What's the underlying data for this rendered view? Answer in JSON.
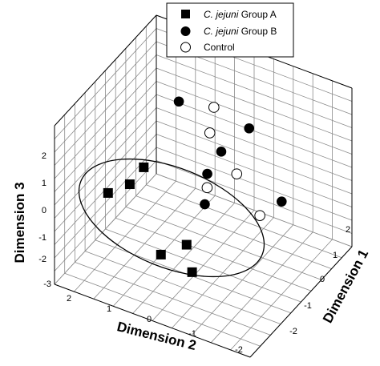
{
  "chart_data": {
    "type": "scatter",
    "title": "",
    "axes": {
      "dimension_1": {
        "label": "Dimension 1",
        "ticks": [
          "-2",
          "-1",
          "0",
          "1",
          "2"
        ]
      },
      "dimension_2": {
        "label": "Dimension 2",
        "ticks": [
          "2",
          "1",
          "0",
          "-1",
          "-2"
        ]
      },
      "dimension_3": {
        "label": "Dimension 3",
        "ticks": [
          "-3",
          "-2",
          "-1",
          "0",
          "1",
          "2"
        ]
      }
    },
    "legend": {
      "placement": "top-center",
      "entries": [
        {
          "marker": "filled-square",
          "name_italic": "C. jejuni",
          "name_rest": " Group A"
        },
        {
          "marker": "filled-circle",
          "name_italic": "C. jejuni",
          "name_rest": " Group B"
        },
        {
          "marker": "open-circle",
          "name_italic": "",
          "name_rest": "Control"
        }
      ]
    },
    "series": [
      {
        "name": "C. jejuni Group A",
        "marker": "filled-square",
        "points": [
          {
            "d1": -1.6,
            "d2": 1.6,
            "d3": 0.2
          },
          {
            "d1": -1.3,
            "d2": 1.2,
            "d3": 0.5
          },
          {
            "d1": -1.0,
            "d2": 1.0,
            "d3": 1.0
          },
          {
            "d1": -1.5,
            "d2": 0.3,
            "d3": -1.5
          },
          {
            "d1": -1.2,
            "d2": -0.2,
            "d3": -1.1
          },
          {
            "d1": -1.7,
            "d2": -0.6,
            "d3": -1.5
          }
        ]
      },
      {
        "name": "C. jejuni Group B",
        "marker": "filled-circle",
        "points": [
          {
            "d1": 1.3,
            "d2": 1.3,
            "d3": 1.4
          },
          {
            "d1": 1.1,
            "d2": -0.6,
            "d3": 1.6
          },
          {
            "d1": 0.5,
            "d2": -0.2,
            "d3": 1.0
          },
          {
            "d1": 0.2,
            "d2": 0.0,
            "d3": 0.3
          },
          {
            "d1": -0.5,
            "d2": -0.3,
            "d3": -0.1
          },
          {
            "d1": 0.2,
            "d2": -1.9,
            "d3": 0.3
          }
        ]
      },
      {
        "name": "Control",
        "marker": "open-circle",
        "points": [
          {
            "d1": 1.1,
            "d2": 0.3,
            "d3": 1.9
          },
          {
            "d1": 0.9,
            "d2": 0.3,
            "d3": 1.1
          },
          {
            "d1": 0.3,
            "d2": -0.7,
            "d3": 0.6
          },
          {
            "d1": 0.0,
            "d2": -0.1,
            "d3": 0.0
          },
          {
            "d1": -0.1,
            "d2": -1.5,
            "d3": -0.2
          }
        ]
      }
    ],
    "annotations": [
      {
        "type": "ellipse",
        "encloses": "C. jejuni Group A"
      }
    ],
    "grid": true
  }
}
